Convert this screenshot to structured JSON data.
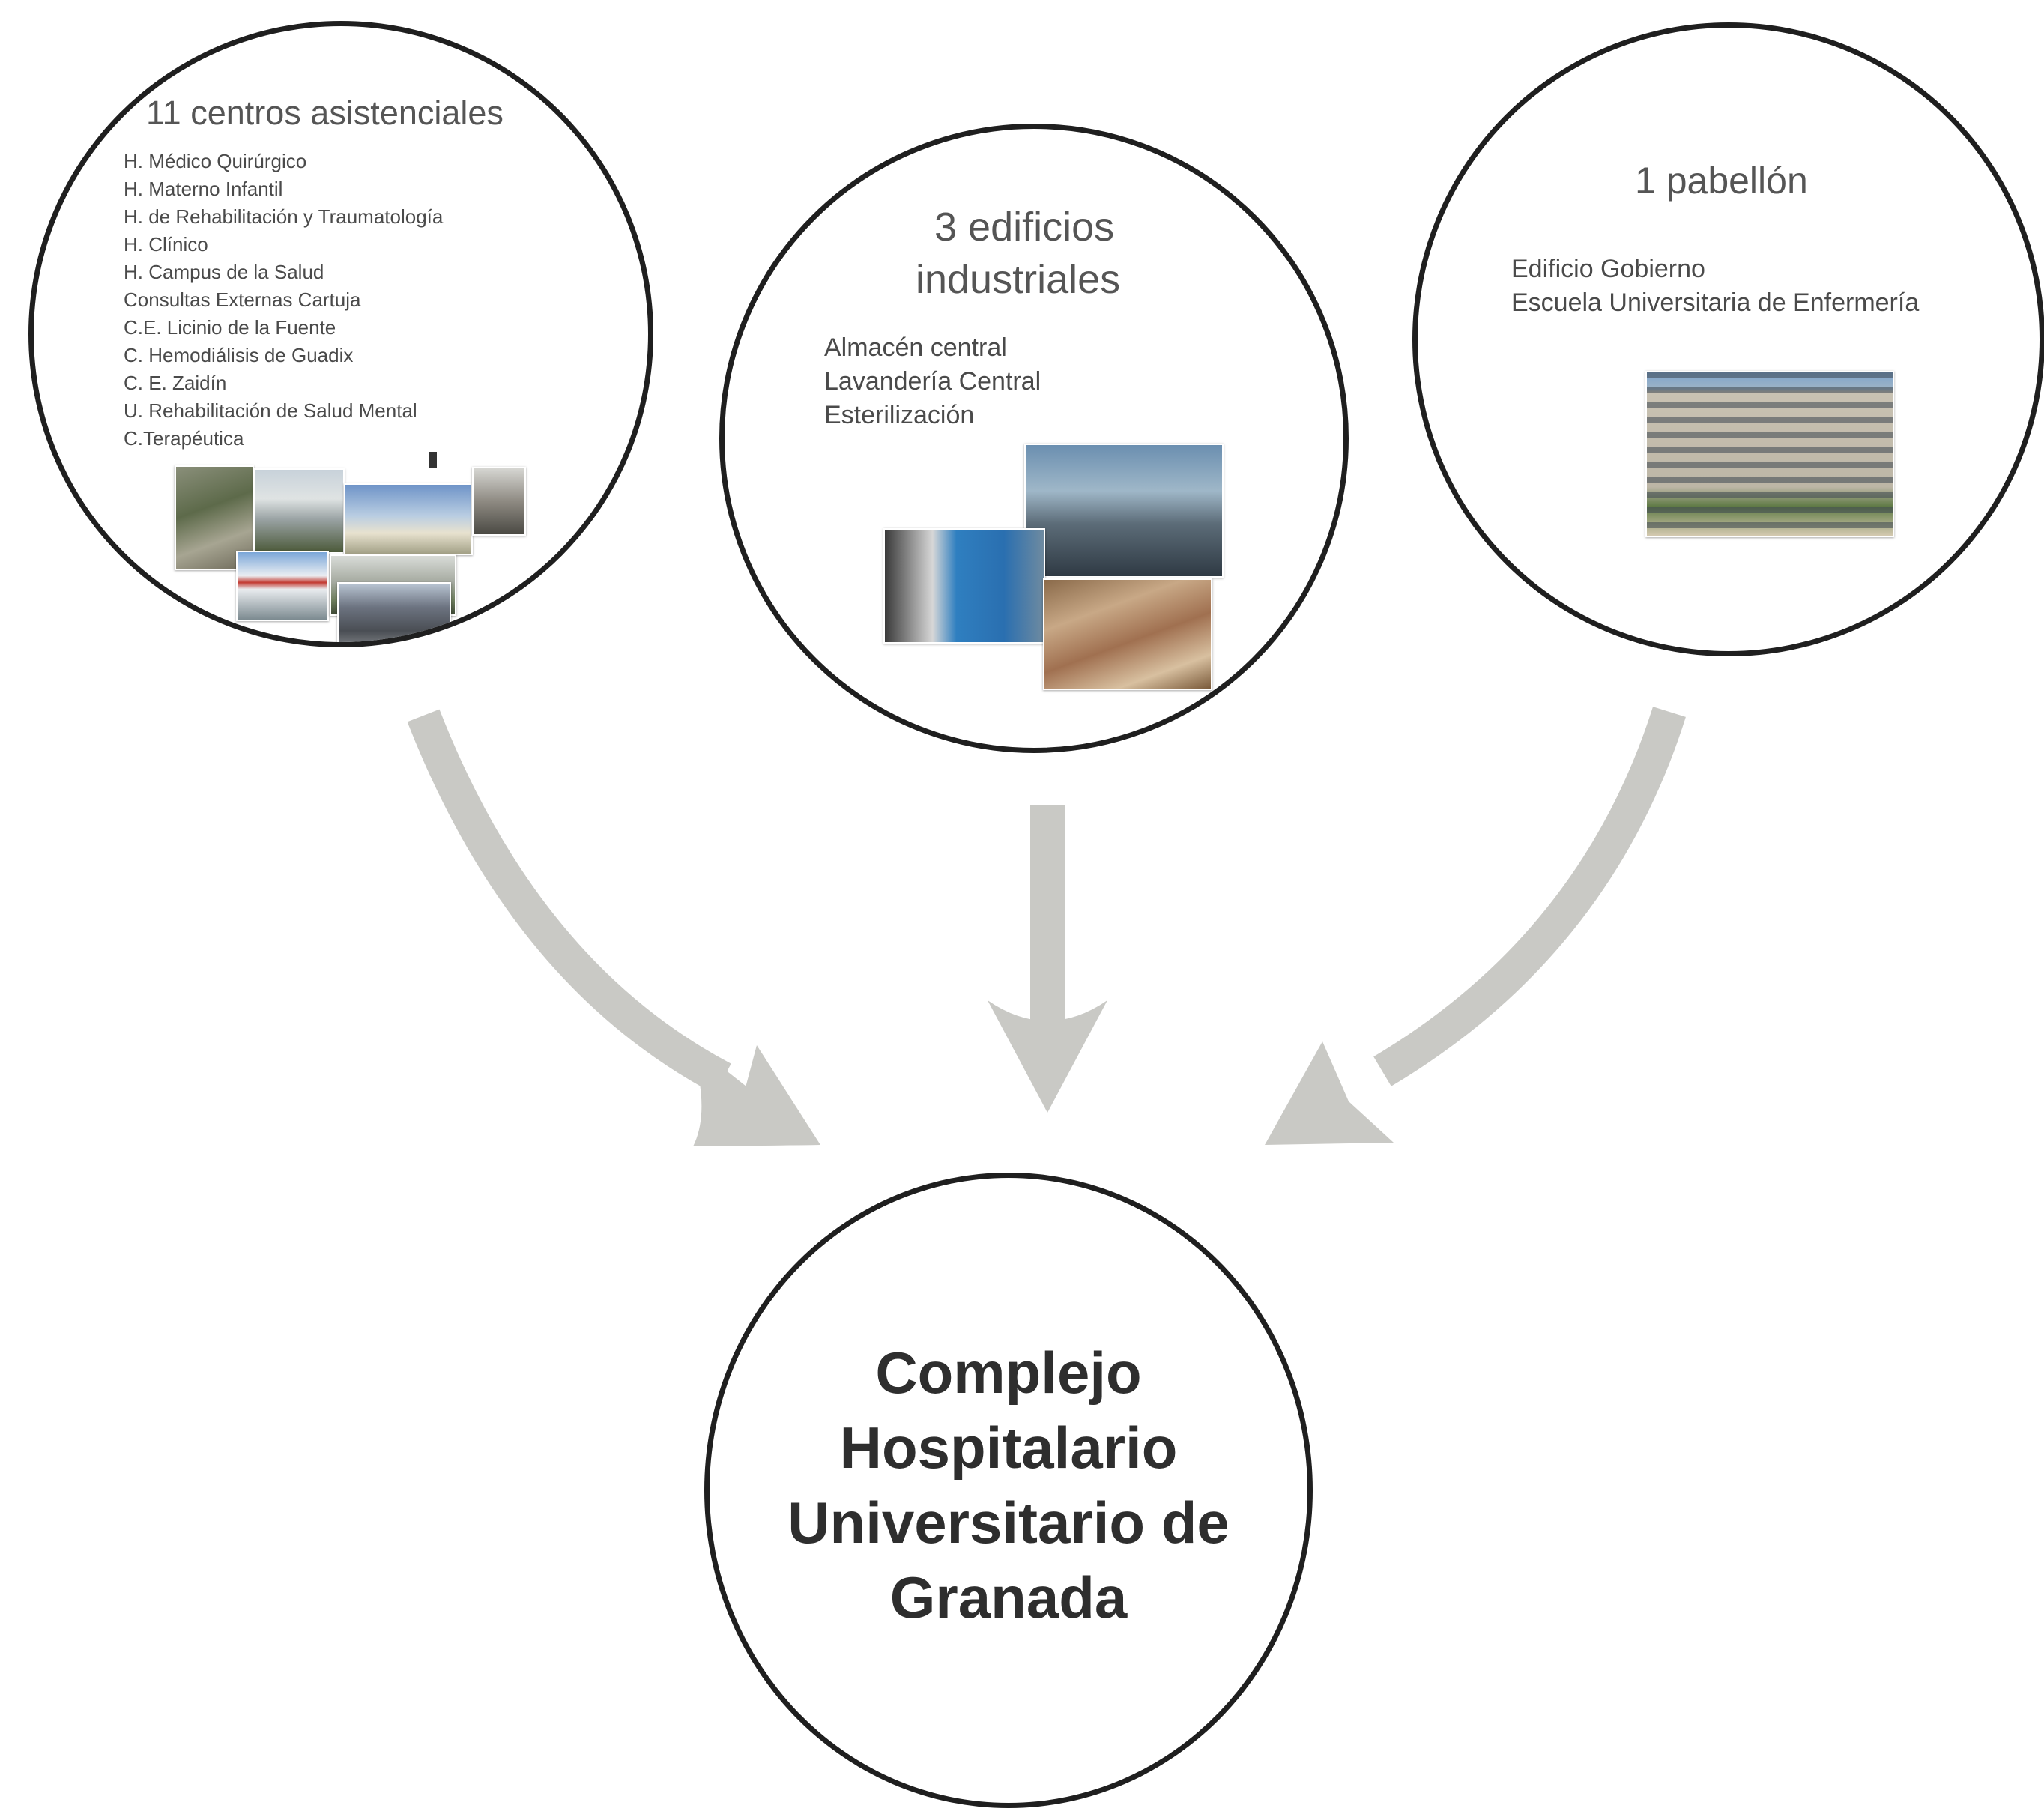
{
  "nodes": {
    "centros": {
      "title": "11 centros asistenciales",
      "items": [
        "H. Médico Quirúrgico",
        "H. Materno Infantil",
        "H. de Rehabilitación y Traumatología",
        "H. Clínico",
        "H. Campus de la Salud",
        "Consultas Externas Cartuja",
        "C.E. Licinio de la Fuente",
        "C. Hemodiálisis de Guadix",
        "C. E. Zaidín",
        "U. Rehabilitación de Salud Mental",
        "C.Terapéutica"
      ]
    },
    "industriales": {
      "title_line1": "3 edificios",
      "title_line2": "industriales",
      "items": [
        "Almacén central",
        "Lavandería Central",
        "Esterilización"
      ]
    },
    "pabellon": {
      "title": "1 pabellón",
      "items": [
        "Edificio Gobierno",
        "Escuela Universitaria de Enfermería"
      ]
    },
    "complejo": {
      "lines": [
        "Complejo",
        "Hospitalario",
        "Universitario de",
        "Granada"
      ]
    }
  },
  "colors": {
    "circle_stroke": "#1f1f1f",
    "arrow": "#c9c9c5",
    "text": "#444444",
    "title_text": "#2e2e2e"
  }
}
